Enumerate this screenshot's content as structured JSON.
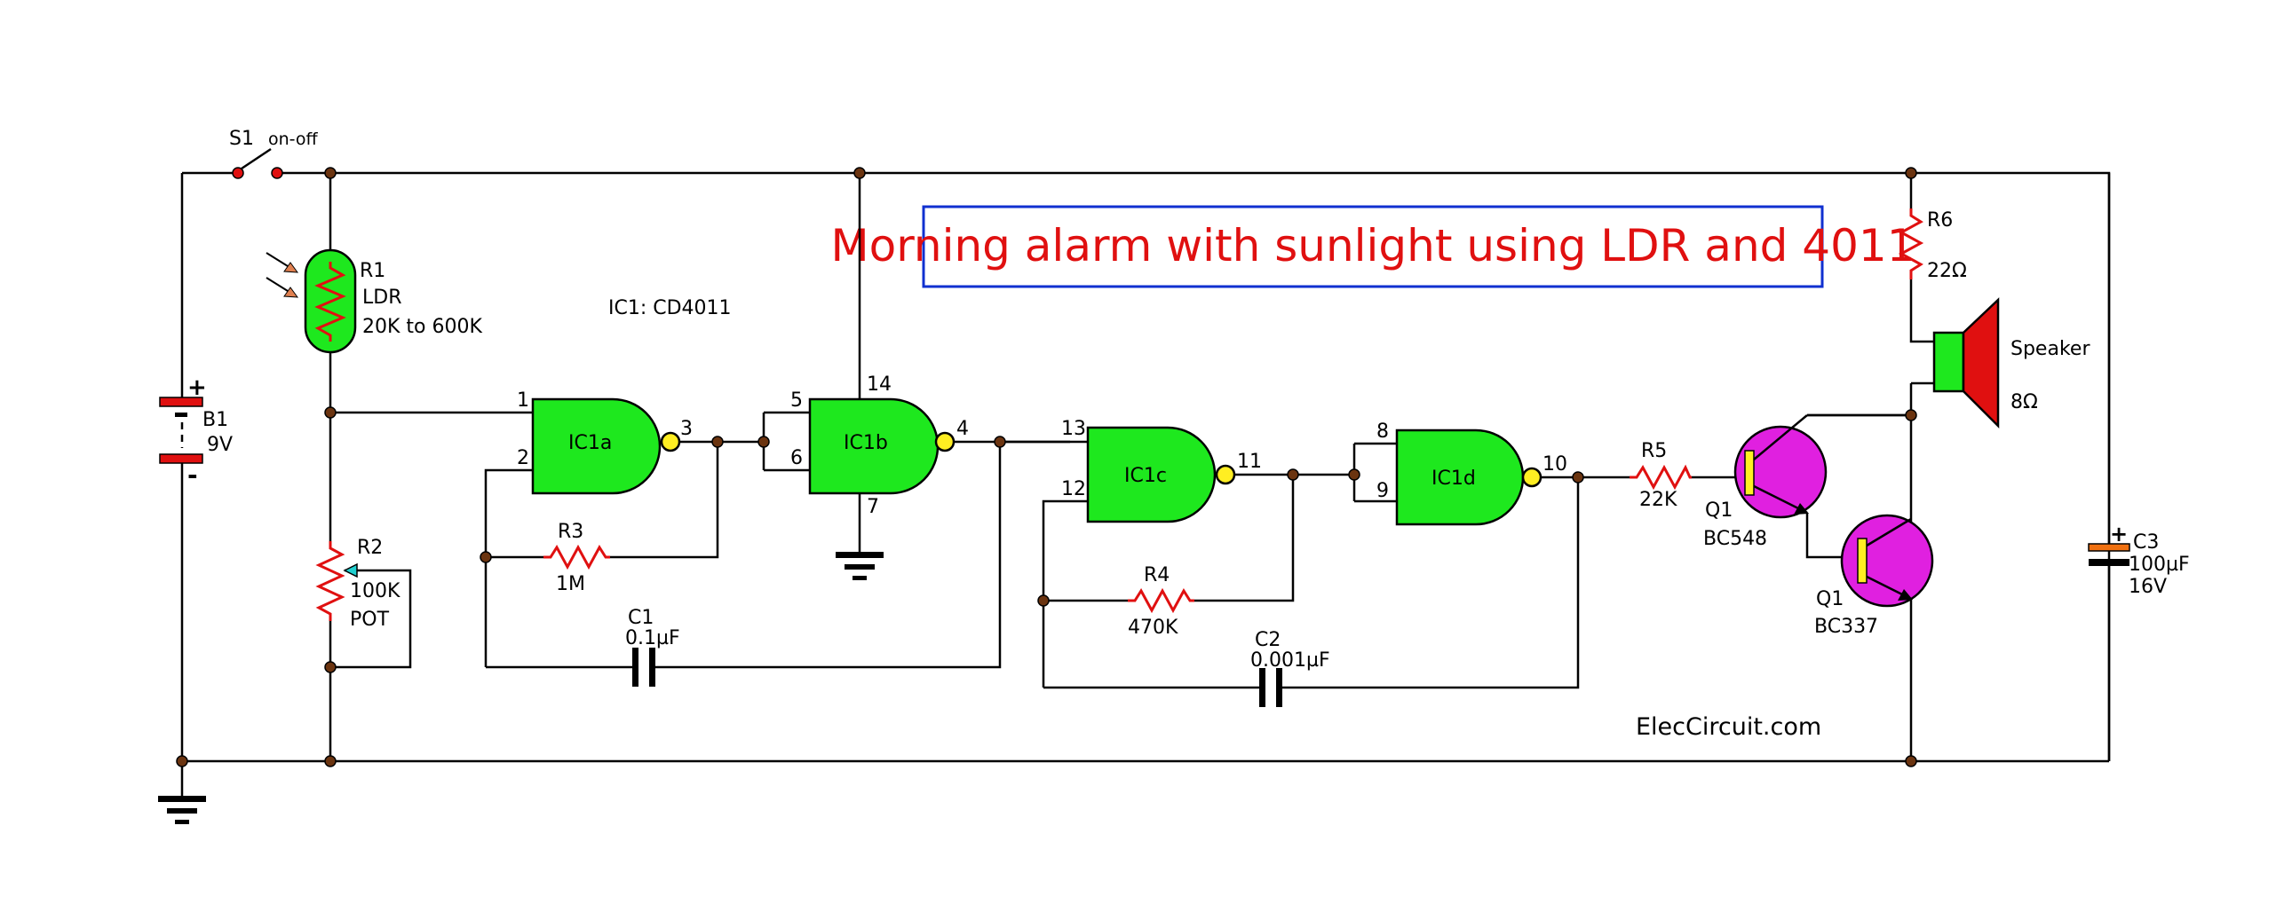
{
  "title": "Morning alarm with sunlight using LDR and 4011",
  "ic_label": "IC1: CD4011",
  "credit": "ElecCircuit.com",
  "colors": {
    "gate_fill": "#1ee81e",
    "bubble": "#ffee22",
    "resistor": "#e01010",
    "transistor": "#e020e0",
    "speaker_cone": "#e01010",
    "speaker_body": "#1ee81e",
    "battery": "#e01010",
    "capacitor_c3": "#f07010",
    "title_border": "#1030d0",
    "node": "#6b3410"
  },
  "components": {
    "s1": {
      "name": "S1",
      "note": "on-off"
    },
    "b1": {
      "name": "B1",
      "value": "9V",
      "plus": "+",
      "minus": "-"
    },
    "r1": {
      "name": "R1",
      "type": "LDR",
      "value": "20K to 600K"
    },
    "r2": {
      "name": "R2",
      "value": "100K",
      "type": "POT"
    },
    "r3": {
      "name": "R3",
      "value": "1M"
    },
    "c1": {
      "name": "C1",
      "value": "0.1µF"
    },
    "r4": {
      "name": "R4",
      "value": "470K"
    },
    "c2": {
      "name": "C2",
      "value": "0.001µF"
    },
    "r5": {
      "name": "R5",
      "value": "22K"
    },
    "r6": {
      "name": "R6",
      "value": "22Ω"
    },
    "q1a": {
      "name": "Q1",
      "value": "BC548"
    },
    "q1b": {
      "name": "Q1",
      "value": "BC337"
    },
    "speaker": {
      "name": "Speaker",
      "value": "8Ω"
    },
    "c3": {
      "name": "C3",
      "value": "100µF",
      "voltage": "16V",
      "plus": "+"
    }
  },
  "gates": {
    "ic1a": {
      "name": "IC1a",
      "in1": "1",
      "in2": "2",
      "out": "3"
    },
    "ic1b": {
      "name": "IC1b",
      "in1": "5",
      "in2": "6",
      "out": "4",
      "vdd": "14",
      "vss": "7"
    },
    "ic1c": {
      "name": "IC1c",
      "in1": "13",
      "in2": "12",
      "out": "11"
    },
    "ic1d": {
      "name": "IC1d",
      "in1": "8",
      "in2": "9",
      "out": "10"
    }
  }
}
